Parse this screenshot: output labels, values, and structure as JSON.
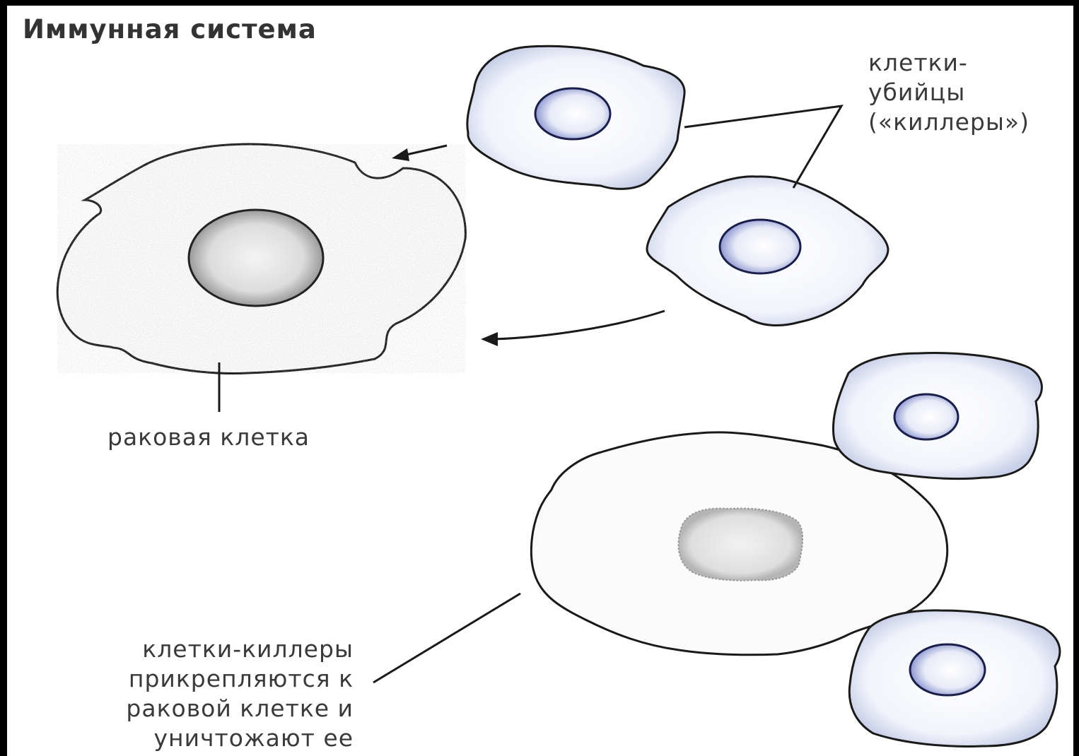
{
  "title": "Иммунная система",
  "labels": {
    "killer_cells": "клетки-\nубийцы\n(«киллеры»)",
    "cancer_cell": "раковая клетка",
    "attach_caption": "клетки-киллеры\nприкрепляются к\nраковой клетке и\nуничтожают ее"
  },
  "colors": {
    "background": "#000000",
    "page": "#ffffff",
    "stroke": "#1a1a1a",
    "killer_nucleus": "#3a45a8"
  }
}
